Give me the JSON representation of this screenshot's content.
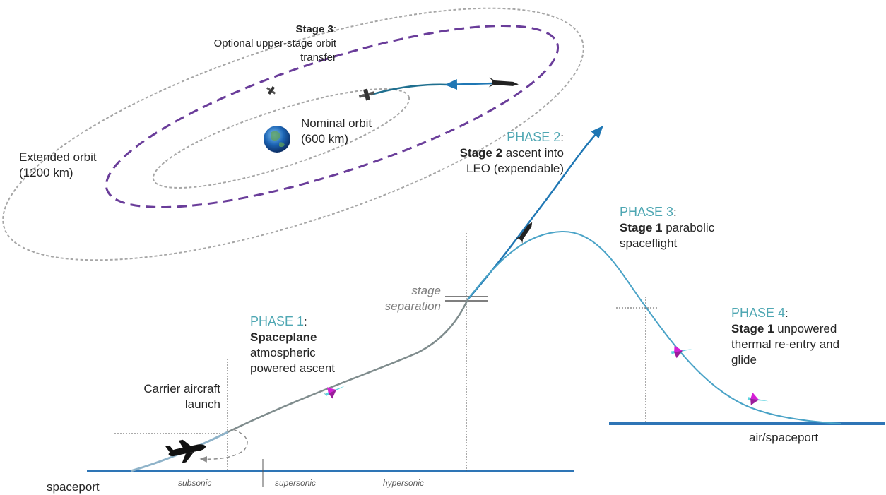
{
  "orbit_labels": {
    "stage3_bold": "Stage 3",
    "stage3_colon": ":",
    "stage3_line2": "Optional upper-stage orbit",
    "stage3_line3": "transfer",
    "nominal_line1": "Nominal orbit",
    "nominal_line2": "(600 km)",
    "extended_line1": "Extended orbit",
    "extended_line2": "(1200 km)"
  },
  "phases": [
    {
      "title": "PHASE 1",
      "colon": ":",
      "bold": "Spaceplane",
      "rest": "",
      "line2": "atmospheric",
      "line3": "powered ascent"
    },
    {
      "title": "PHASE 2",
      "colon": ":",
      "bold": "Stage 2",
      "rest": " ascent into",
      "line2": "LEO (expendable)",
      "line3": ""
    },
    {
      "title": "PHASE 3",
      "colon": ":",
      "bold": "Stage 1",
      "rest": " parabolic",
      "line2": "spaceflight",
      "line3": ""
    },
    {
      "title": "PHASE 4",
      "colon": ":",
      "bold": "Stage 1",
      "rest": " unpowered",
      "line2": "thermal re-entry and",
      "line3": "glide"
    }
  ],
  "other_labels": {
    "stage_sep_line1": "stage",
    "stage_sep_line2": "separation",
    "carrier_line1": "Carrier aircraft",
    "carrier_line2": "launch",
    "spaceport": "spaceport",
    "air_spaceport": "air/spaceport"
  },
  "speed_regimes": [
    "subsonic",
    "supersonic",
    "hypersonic"
  ],
  "colors": {
    "phase_title": "#4fa7b3",
    "orbit_dashed": "#6a3d9a",
    "orbit_dotted": "#a6a6a6",
    "ground": "#2e75b6",
    "stage2_path": "#1f77b4",
    "stage1_path": "#4aa3c7",
    "ascent_path": "#7f8c8d"
  }
}
